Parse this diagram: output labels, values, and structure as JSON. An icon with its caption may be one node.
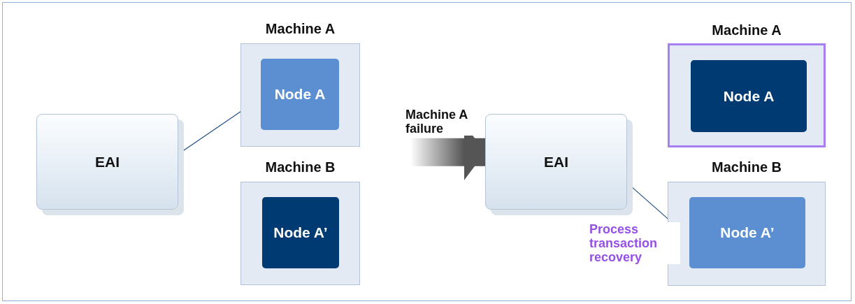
{
  "diagram": {
    "nodes": [
      {
        "text": [
          "EAI"
        ]
      },
      {
        "text": [
          "Machine A"
        ]
      },
      {
        "text": [
          "Node A"
        ],
        "in": 1
      },
      {
        "text": [
          "Machine B"
        ]
      },
      {
        "text": [
          "Node A’"
        ],
        "in": 3
      },
      {
        "text": [
          "EAI"
        ]
      },
      {
        "text": [
          "Machine A"
        ]
      },
      {
        "text": [
          "Node A"
        ],
        "in": 6
      },
      {
        "text": [
          "Machine B"
        ]
      },
      {
        "text": [
          "Node A’"
        ],
        "in": 8
      }
    ],
    "edges": [
      {
        "from": 0,
        "to": 2,
        "arrow": "none"
      },
      {
        "from": null,
        "to": 5,
        "arrow": "to",
        "label": "Machine A failure",
        "style": "thick",
        "color": "#555555"
      },
      {
        "from": 5,
        "to": 9,
        "arrow": "none",
        "label": "Process transaction recovery"
      }
    ]
  }
}
